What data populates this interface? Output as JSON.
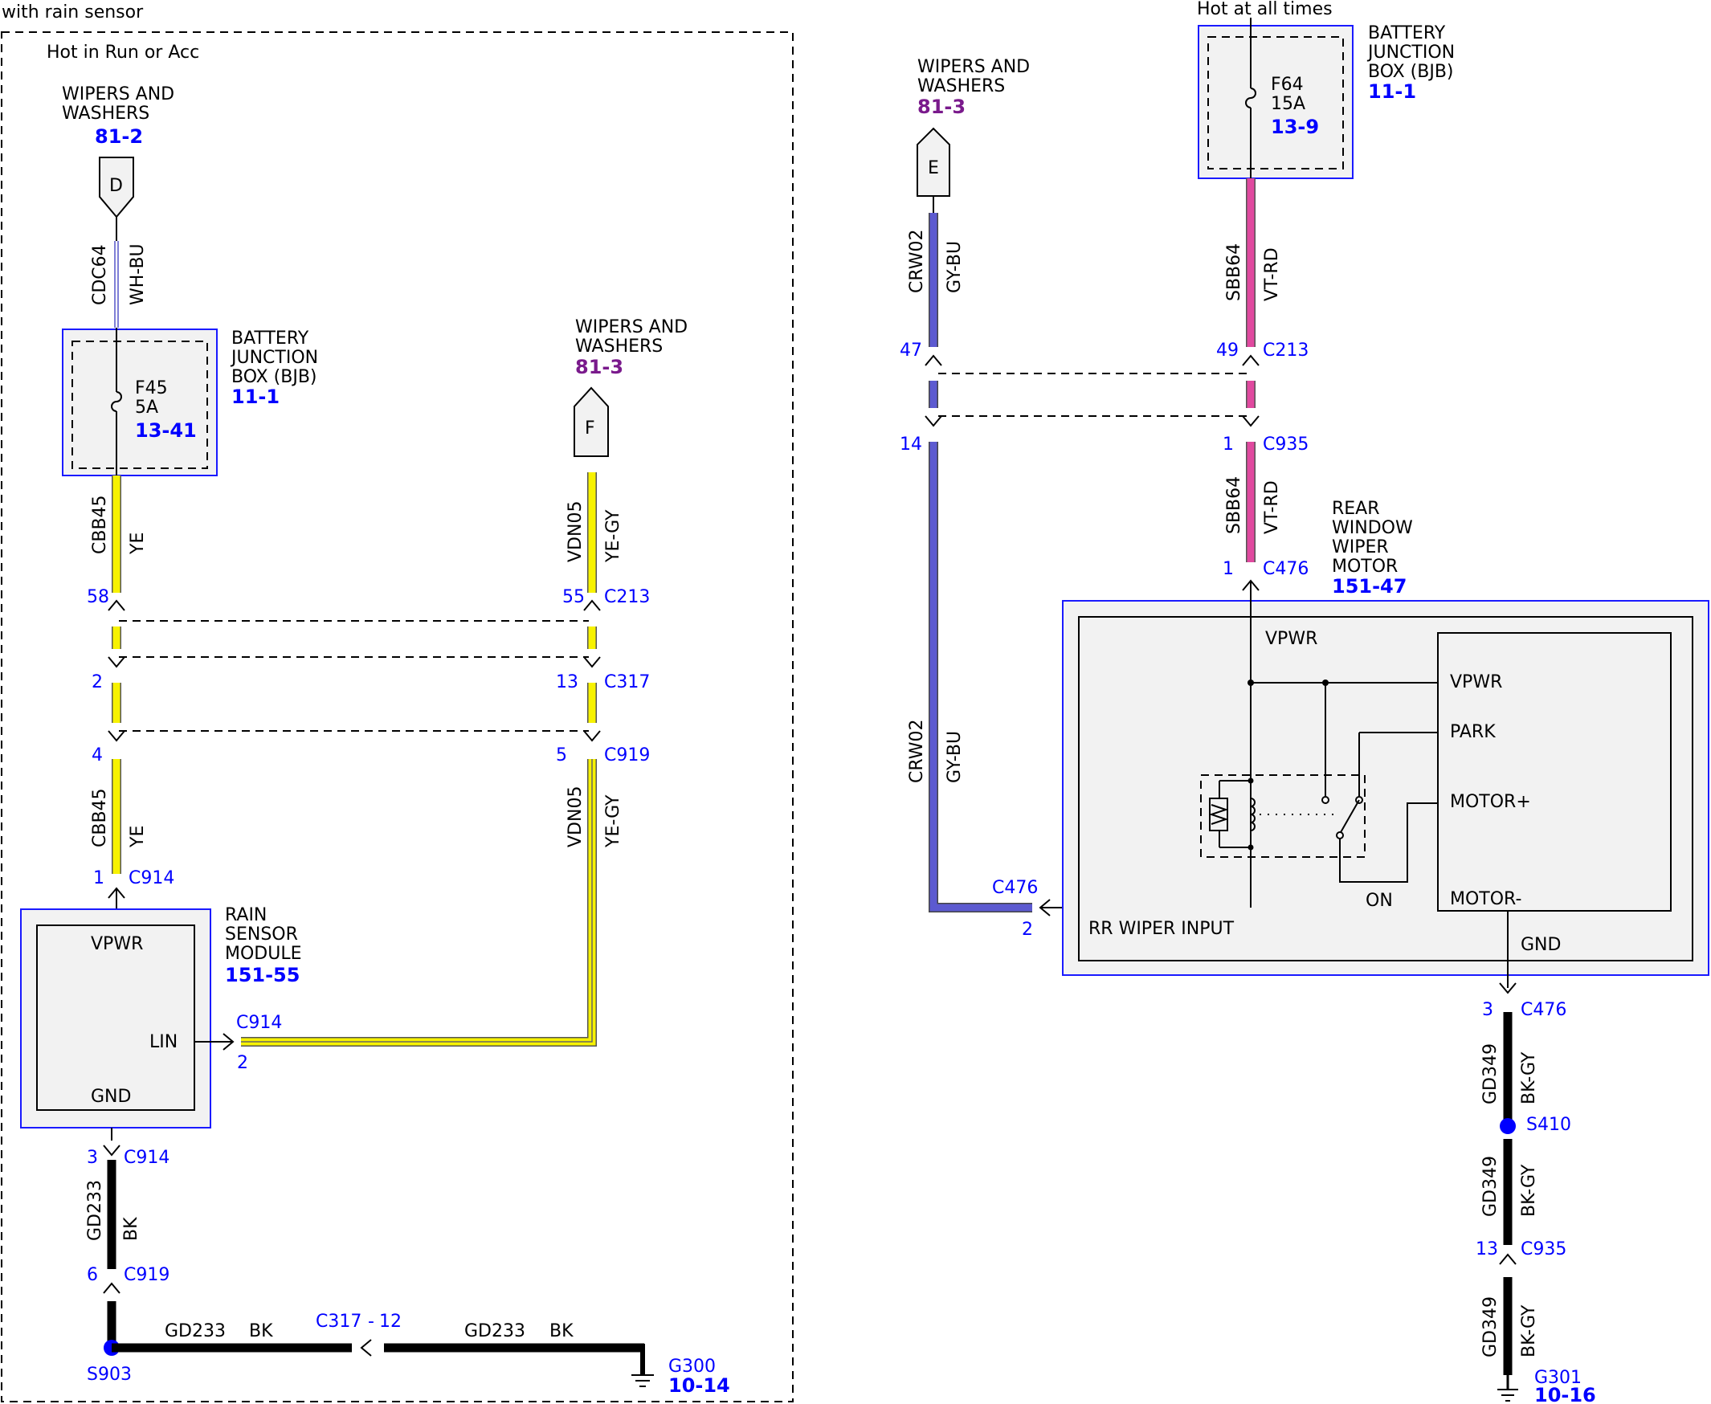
{
  "header": {
    "title": "with rain sensor",
    "hot_run_acc": "Hot in Run or Acc",
    "hot_all_times": "Hot at all times"
  },
  "refs": {
    "ww_left": {
      "line1": "WIPERS AND",
      "line2": "WASHERS",
      "page": "81-2",
      "connector_letter": "D"
    },
    "ww_mid": {
      "line1": "WIPERS AND",
      "line2": "WASHERS",
      "page": "81-3",
      "connector_letter": "F"
    },
    "ww_right": {
      "line1": "WIPERS AND",
      "line2": "WASHERS",
      "page": "81-3",
      "connector_letter": "E"
    }
  },
  "bjb_left": {
    "line1": "BATTERY",
    "line2": "JUNCTION",
    "line3": "BOX (BJB)",
    "page": "11-1",
    "fuse": "F45",
    "amps": "5A",
    "fuse_page": "13-41"
  },
  "bjb_right": {
    "line1": "BATTERY",
    "line2": "JUNCTION",
    "line3": "BOX (BJB)",
    "page": "11-1",
    "fuse": "F64",
    "amps": "15A",
    "fuse_page": "13-9"
  },
  "rain_sensor": {
    "line1": "RAIN",
    "line2": "SENSOR",
    "line3": "MODULE",
    "page": "151-55",
    "pin_vpwr": "VPWR",
    "pin_lin": "LIN",
    "pin_gnd": "GND"
  },
  "rear_motor": {
    "line1": "REAR",
    "line2": "WINDOW",
    "line3": "WIPER",
    "line4": "MOTOR",
    "page": "151-47",
    "vpwr": "VPWR",
    "vpwr_inner": "VPWR",
    "park": "PARK",
    "motor_plus": "MOTOR+",
    "motor_minus": "MOTOR-",
    "on": "ON",
    "gnd": "GND",
    "rr_wiper_input": "RR WIPER INPUT"
  },
  "wires": {
    "cdc64": {
      "circuit": "CDC64",
      "color": "WH-BU"
    },
    "cbb45_top": {
      "circuit": "CBB45",
      "color": "YE"
    },
    "cbb45_bot": {
      "circuit": "CBB45",
      "color": "YE"
    },
    "vdn05_top": {
      "circuit": "VDN05",
      "color": "YE-GY"
    },
    "vdn05_bot": {
      "circuit": "VDN05",
      "color": "YE-GY"
    },
    "gd233_v": {
      "circuit": "GD233",
      "color": "BK"
    },
    "gd233_h1": {
      "circuit": "GD233",
      "color": "BK"
    },
    "gd233_h2": {
      "circuit": "GD233",
      "color": "BK"
    },
    "crw02_top": {
      "circuit": "CRW02",
      "color": "GY-BU"
    },
    "crw02_bot": {
      "circuit": "CRW02",
      "color": "GY-BU"
    },
    "sbb64_top": {
      "circuit": "SBB64",
      "color": "VT-RD"
    },
    "sbb64_bot": {
      "circuit": "SBB64",
      "color": "VT-RD"
    },
    "gd349_1": {
      "circuit": "GD349",
      "color": "BK-GY"
    },
    "gd349_2": {
      "circuit": "GD349",
      "color": "BK-GY"
    },
    "gd349_3": {
      "circuit": "GD349",
      "color": "BK-GY"
    }
  },
  "connectors": {
    "l_c213_pin": "58",
    "l_c317_pin": "2",
    "l_c919_pin": "4",
    "l_c914_pin": "1",
    "l_c914": "C914",
    "m_c213_pin": "55",
    "m_c213": "C213",
    "m_c317_pin": "13",
    "m_c317": "C317",
    "m_c919_pin": "5",
    "m_c919": "C919",
    "lin_c914": "C914",
    "lin_pin": "2",
    "gnd_c914_pin": "3",
    "gnd_c914": "C914",
    "gnd_c919_pin": "6",
    "gnd_c919": "C919",
    "c317_12": "C317",
    "c317_12_pin": "12",
    "e_pin_47": "47",
    "e_pin_14": "14",
    "rr_c213_pin": "49",
    "rr_c213": "C213",
    "rr_c935_pin": "1",
    "rr_c935": "C935",
    "rr_c476_pin": "1",
    "rr_c476": "C476",
    "in_c476": "C476",
    "in_pin": "2",
    "g_c476_pin": "3",
    "g_c476": "C476",
    "g_c935_pin": "13",
    "g_c935": "C935"
  },
  "splices": {
    "s903": "S903",
    "s410": "S410"
  },
  "grounds": {
    "g300": {
      "name": "G300",
      "page": "10-14"
    },
    "g301": {
      "name": "G301",
      "page": "10-16"
    }
  },
  "colors": {
    "yellow": "#f7f200",
    "pink": "#e0499f",
    "blue_wire": "#5c5ad0",
    "module_border": "#1a1aff",
    "module_fill": "#f2f2f2",
    "splice": "#0000ff",
    "purple": "#7a1a8c"
  }
}
